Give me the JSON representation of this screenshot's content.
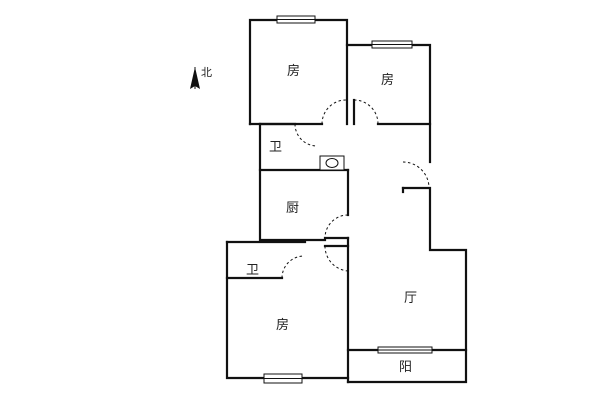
{
  "north_label": "北",
  "rooms": {
    "bedroom_top_left": "房",
    "bedroom_top_right": "房",
    "bath_top": "卫",
    "kitchen": "厨",
    "bath_bottom": "卫",
    "bedroom_bottom": "房",
    "living": "厅",
    "balcony": "阳"
  },
  "colors": {
    "wall": "#111111",
    "background": "#ffffff"
  }
}
